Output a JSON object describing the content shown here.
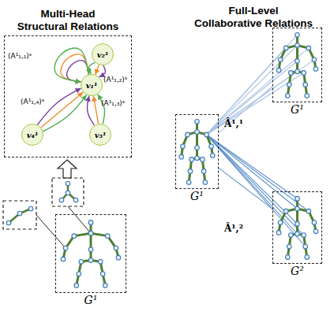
{
  "diagram": {
    "nodes": [
      {
        "text": [
          "Multi-Head Structural Relations"
        ]
      },
      {
        "text": [
          "v₂¹"
        ],
        "in": 0
      },
      {
        "text": [
          "v₁¹"
        ],
        "in": 0
      },
      {
        "text": [
          "v₄¹"
        ],
        "in": 0
      },
      {
        "text": [
          "v₃¹"
        ],
        "in": 0
      },
      {
        "text": [
          "G¹"
        ]
      },
      {
        "text": [
          "G¹"
        ]
      },
      {
        "text": [
          "G¹"
        ]
      },
      {
        "text": [
          "G²"
        ]
      }
    ],
    "edges": [
      {
        "from": 2,
        "to": 2,
        "arrow": "to",
        "label": "(A¹₁,₁)ˢ"
      },
      {
        "from": 2,
        "to": 2,
        "arrow": "to"
      },
      {
        "from": 2,
        "to": 2,
        "arrow": "to"
      },
      {
        "from": 1,
        "to": 2,
        "arrow": "to",
        "label": "(A¹₁,₂)ˢ"
      },
      {
        "from": 1,
        "to": 2,
        "arrow": "to"
      },
      {
        "from": 1,
        "to": 2,
        "arrow": "to"
      },
      {
        "from": 4,
        "to": 2,
        "arrow": "to",
        "label": "(A¹₁,₃)ˢ"
      },
      {
        "from": 4,
        "to": 2,
        "arrow": "to"
      },
      {
        "from": 4,
        "to": 2,
        "arrow": "to"
      },
      {
        "from": 3,
        "to": 2,
        "arrow": "to",
        "label": "(A¹₁,₄)ˢ"
      },
      {
        "from": 3,
        "to": 2,
        "arrow": "to"
      },
      {
        "from": 3,
        "to": 2,
        "arrow": "to"
      },
      {
        "from": 7,
        "to": 6,
        "arrow": "none",
        "label": "Â¹,¹"
      },
      {
        "from": 7,
        "to": 8,
        "arrow": "none",
        "label": "Â¹,²"
      }
    ],
    "labels": [
      "Full-Level Collaborative Relations"
    ]
  }
}
